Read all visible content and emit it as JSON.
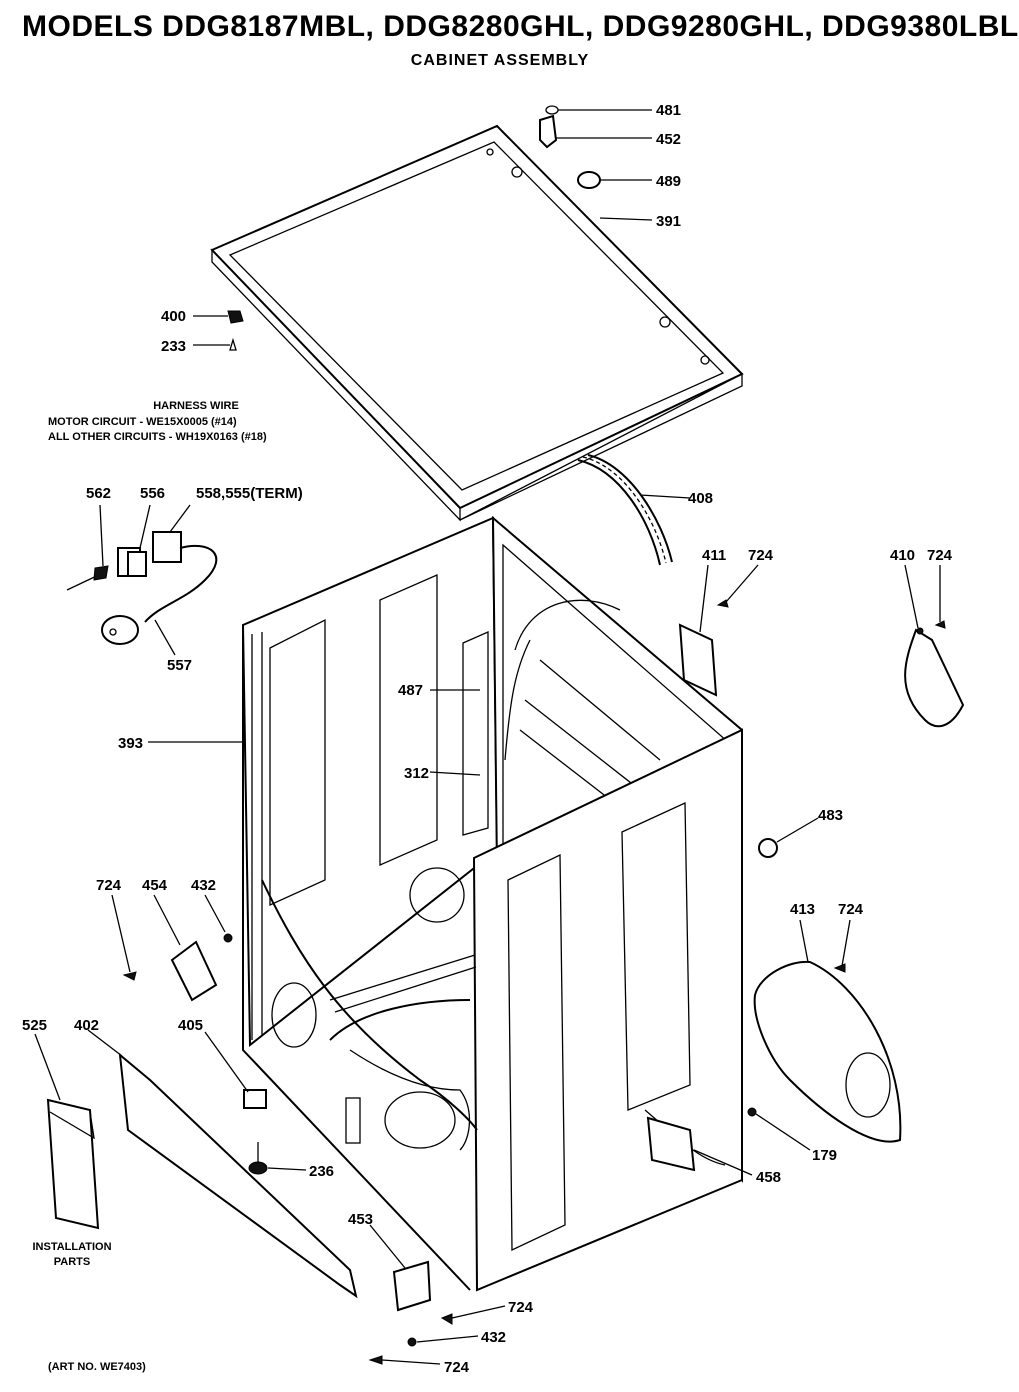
{
  "header": {
    "title": "MODELS DDG8187MBL, DDG8280GHL, DDG9280GHL, DDG9380LBL",
    "subtitle": "CABINET ASSEMBLY"
  },
  "harness_note": {
    "line1": "HARNESS WIRE",
    "line2": "MOTOR CIRCUIT - WE15X0005 (#14)",
    "line3": "ALL OTHER CIRCUITS - WH19X0163 (#18)"
  },
  "installation": {
    "line1": "INSTALLATION",
    "line2": "PARTS"
  },
  "art_no": "(ART NO. WE7403)",
  "labels": {
    "p481": "481",
    "p452": "452",
    "p489": "489",
    "p391": "391",
    "p400": "400",
    "p233": "233",
    "p408": "408",
    "p562": "562",
    "p556": "556",
    "p558": "558,555(TERM)",
    "p557": "557",
    "p411": "411",
    "p724a": "724",
    "p410": "410",
    "p724b": "724",
    "p487": "487",
    "p393": "393",
    "p312": "312",
    "p483": "483",
    "p724c": "724",
    "p454": "454",
    "p432a": "432",
    "p413": "413",
    "p724d": "724",
    "p525": "525",
    "p402": "402",
    "p405": "405",
    "p236": "236",
    "p179": "179",
    "p458": "458",
    "p453": "453",
    "p724e": "724",
    "p432b": "432",
    "p724f": "724"
  }
}
